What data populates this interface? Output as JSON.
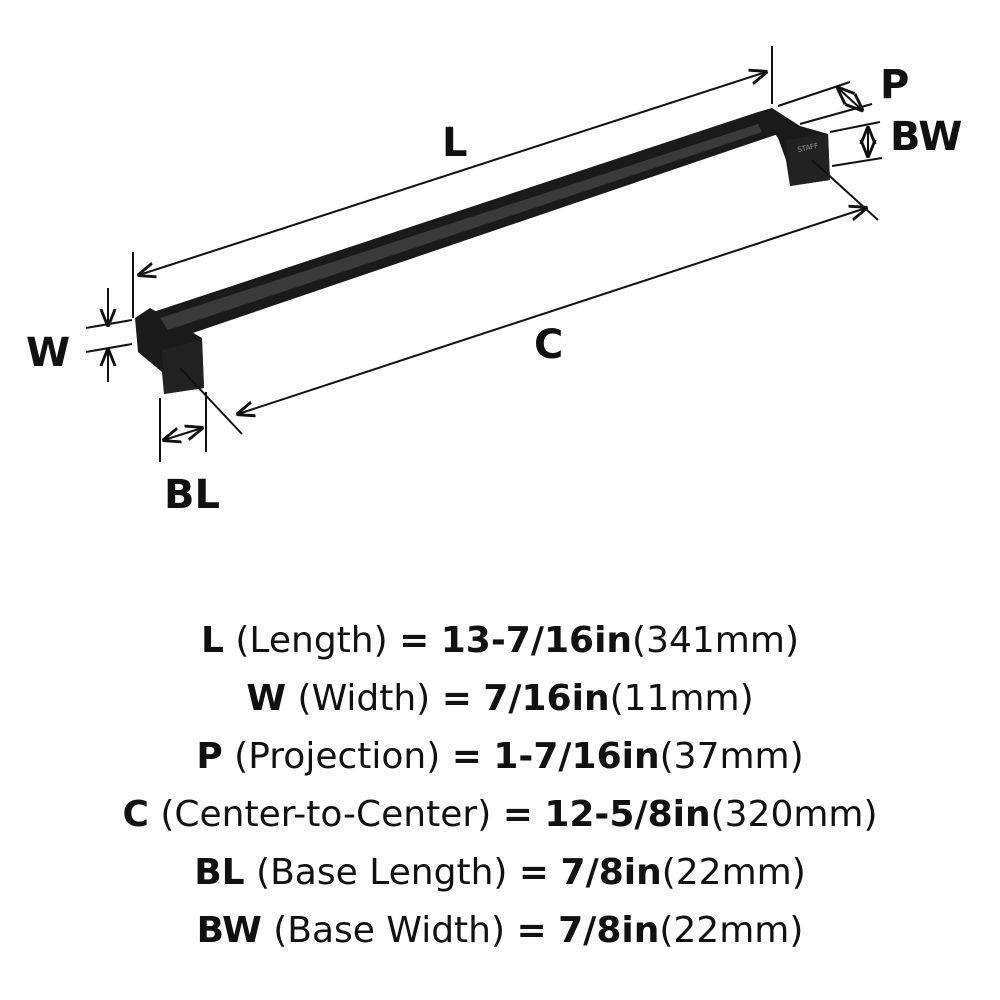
{
  "diagram": {
    "labels": {
      "L": "L",
      "W": "W",
      "P": "P",
      "BW": "BW",
      "C": "C",
      "BL": "BL"
    },
    "emboss": "STAFF"
  },
  "specs": [
    {
      "symbol": "L",
      "description": "(Length)",
      "equals": "=",
      "imperial": "13-7/16in",
      "metric": "(341mm)"
    },
    {
      "symbol": "W",
      "description": "(Width)",
      "equals": "=",
      "imperial": "7/16in",
      "metric": "(11mm)"
    },
    {
      "symbol": "P",
      "description": "(Projection)",
      "equals": "=",
      "imperial": "1-7/16in",
      "metric": "(37mm)"
    },
    {
      "symbol": "C",
      "description": "(Center-to-Center)",
      "equals": "=",
      "imperial": "12-5/8in",
      "metric": "(320mm)"
    },
    {
      "symbol": "BL",
      "description": "(Base Length)",
      "equals": "=",
      "imperial": "7/8in",
      "metric": "(22mm)"
    },
    {
      "symbol": "BW",
      "description": "(Base Width)",
      "equals": "=",
      "imperial": "7/8in",
      "metric": "(22mm)"
    }
  ],
  "colors": {
    "ink": "#111111",
    "handle": "#1a1a1a",
    "handle_highlight": "#3a3a3a",
    "background": "#ffffff"
  }
}
